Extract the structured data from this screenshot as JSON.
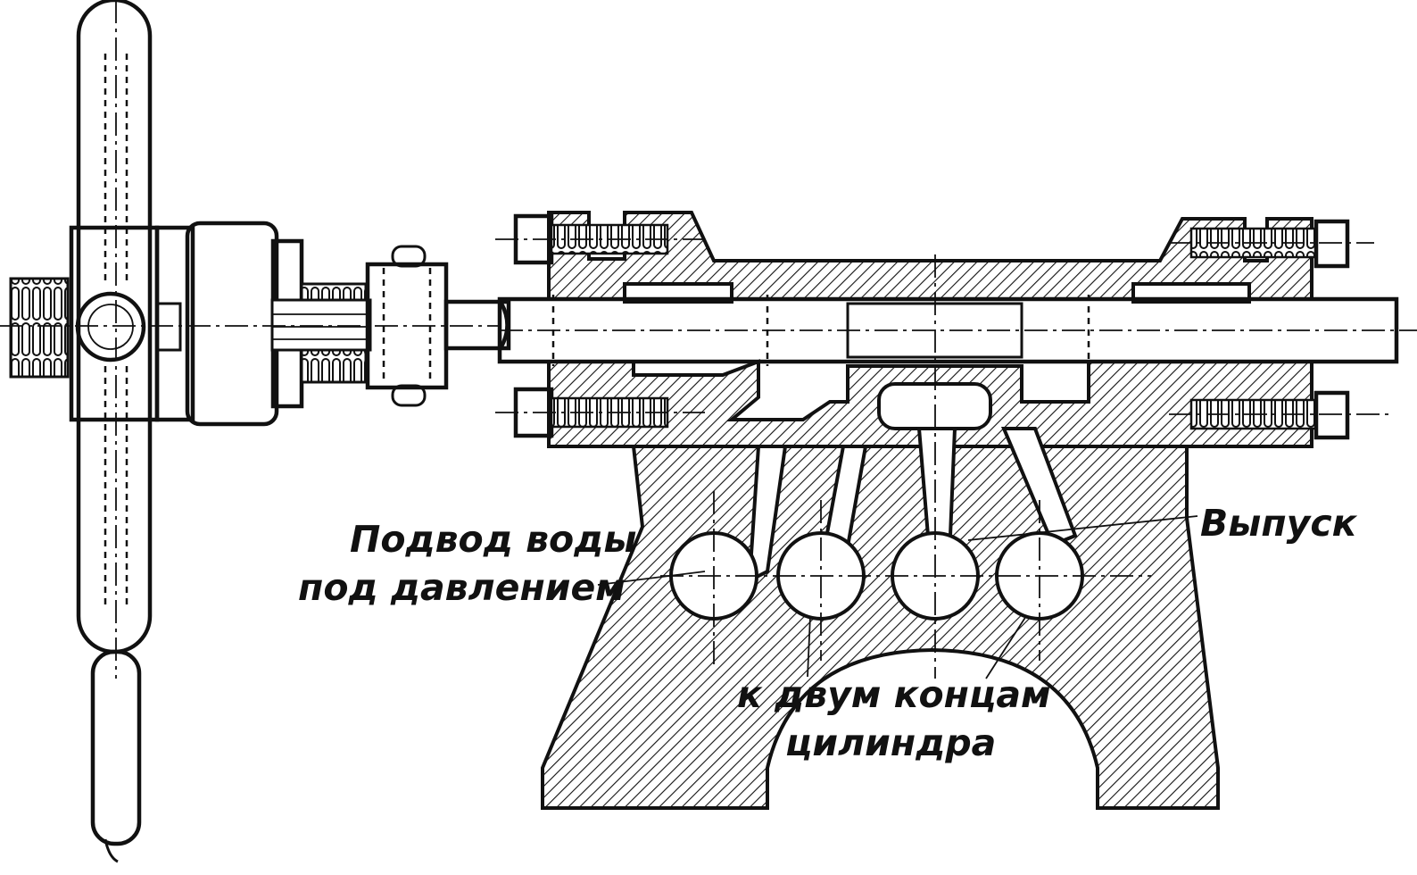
{
  "labels": {
    "water_inlet_line1": "Подвод воды",
    "water_inlet_line2": "под давлением",
    "outlet": "Выпуск",
    "cylinder_line1": "к двум концам",
    "cylinder_line2": "цилиндра"
  },
  "colors": {
    "ink": "#111111",
    "paper": "#ffffff"
  }
}
